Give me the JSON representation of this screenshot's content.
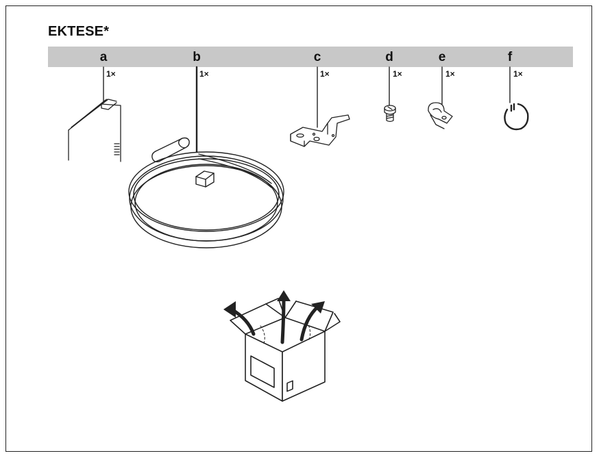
{
  "title": "EKTESE*",
  "items": [
    {
      "letter": "a",
      "qty": "1×",
      "icon": "manual-booklet-icon"
    },
    {
      "letter": "b",
      "qty": "1×",
      "icon": "sensor-cable-coil-icon"
    },
    {
      "letter": "c",
      "qty": "1×",
      "icon": "mounting-bracket-icon"
    },
    {
      "letter": "d",
      "qty": "1×",
      "icon": "screw-icon"
    },
    {
      "letter": "e",
      "qty": "1×",
      "icon": "cable-clamp-icon"
    },
    {
      "letter": "f",
      "qty": "1×",
      "icon": "cable-tie-ring-icon"
    }
  ],
  "footer_icon": "open-box-icon",
  "colors": {
    "header_bar": "#c8c8c8",
    "line": "#222222"
  }
}
